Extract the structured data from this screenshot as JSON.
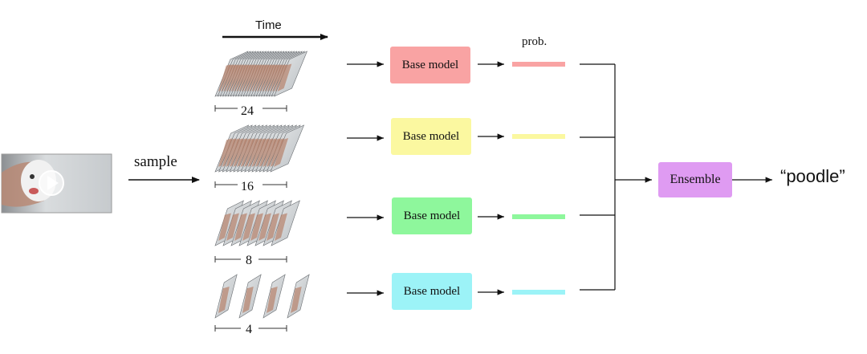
{
  "labels": {
    "time": "Time",
    "prob": "prob.",
    "sample": "sample",
    "ensemble": "Ensemble",
    "output": "“poodle”"
  },
  "rows": [
    {
      "frames": "24",
      "model_label": "Base model",
      "color": "#f9a3a3"
    },
    {
      "frames": "16",
      "model_label": "Base model",
      "color": "#fbf8a0"
    },
    {
      "frames": "8",
      "model_label": "Base model",
      "color": "#8ef79c"
    },
    {
      "frames": "4",
      "model_label": "Base model",
      "color": "#9cf3f7"
    }
  ],
  "ensemble_color": "#df9bf2",
  "video_thumbnail": {
    "icon": "play-icon"
  }
}
